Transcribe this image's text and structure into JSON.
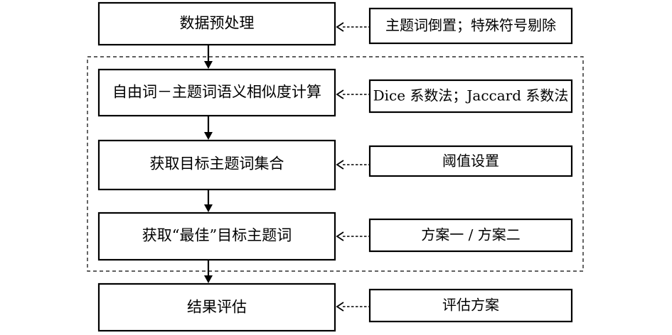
{
  "steps": [
    {
      "label": "数据预处理",
      "method": "主题词倒置；特殊符号剔除"
    },
    {
      "label": "自由词－主题词语义相似度计算",
      "method": "Dice 系数法；Jaccard 系数法"
    },
    {
      "label": "获取目标主题词集合",
      "method": "阈值设置"
    },
    {
      "label": "获取“最佳”目标主题词",
      "method": "方案一 / 方案二"
    },
    {
      "label": "结果评估",
      "method": "评估方案"
    }
  ]
}
